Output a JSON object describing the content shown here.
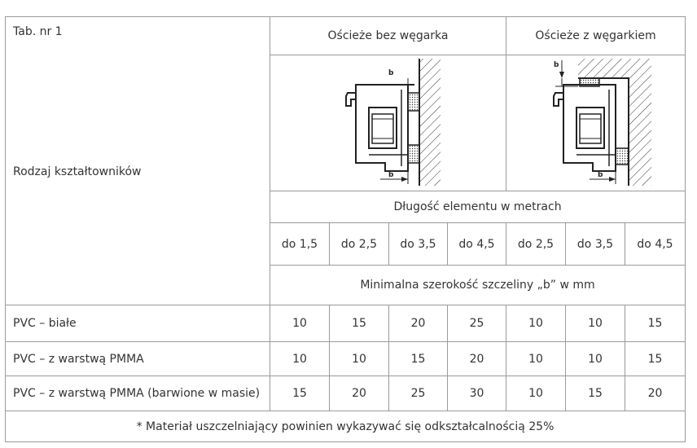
{
  "table": {
    "title": "Tab. nr 1",
    "row_header_label": "Rodzaj kształtowników",
    "group_headers": [
      "Ościeże bez węgarka",
      "Ościeże z węgarkiem"
    ],
    "drawing_labels": {
      "left_top_b": "b",
      "left_bottom_b": "b",
      "right_top_b": "b",
      "right_bottom_b": "b"
    },
    "length_header": "Długość elementu w metrach",
    "length_columns": [
      "do 1,5",
      "do 2,5",
      "do 3,5",
      "do 4,5",
      "do 2,5",
      "do 3,5",
      "do 4,5"
    ],
    "gap_header": "Minimalna szerokość szczeliny „b” w mm",
    "rows": [
      {
        "label": "PVC – białe",
        "values": [
          "10",
          "15",
          "20",
          "25",
          "10",
          "10",
          "15"
        ]
      },
      {
        "label": "PVC – z warstwą PMMA",
        "values": [
          "10",
          "10",
          "15",
          "20",
          "10",
          "10",
          "15"
        ]
      },
      {
        "label": "PVC – z warstwą PMMA (barwione w masie)",
        "values": [
          "15",
          "20",
          "25",
          "30",
          "10",
          "15",
          "20"
        ]
      }
    ],
    "footnote": "* Materiał uszczelniający powinien wykazywać się odkształcalnością 25%"
  }
}
